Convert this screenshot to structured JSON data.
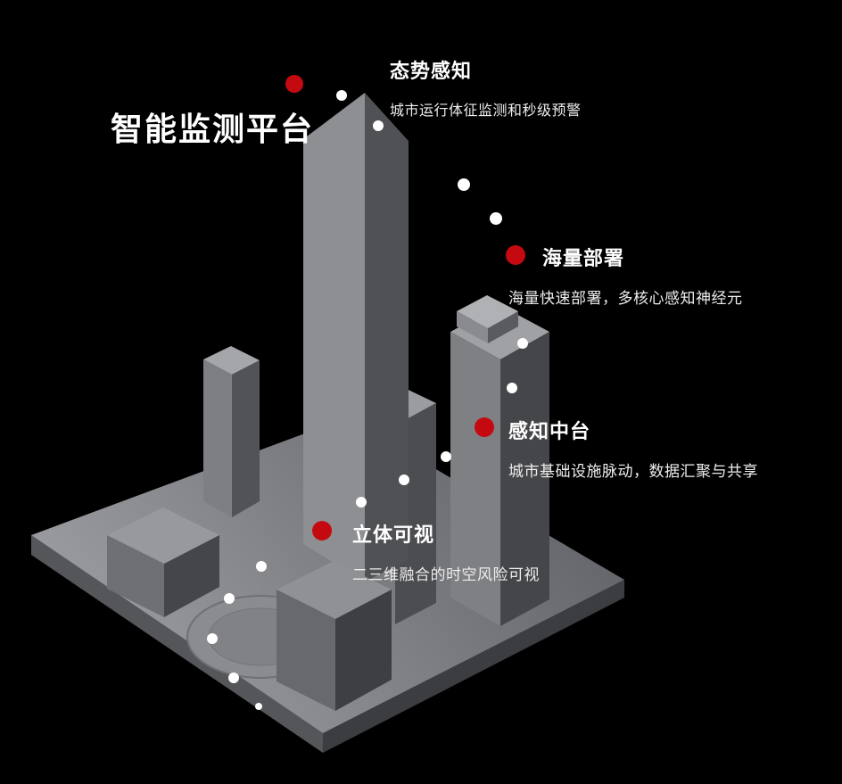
{
  "page": {
    "title": "智能监测平台",
    "features": [
      {
        "id": "situational-awareness",
        "title": "态势感知",
        "desc": "城市运行体征监测和秒级预警"
      },
      {
        "id": "mass-deployment",
        "title": "海量部署",
        "desc": "海量快速部署，多核心感知神经元"
      },
      {
        "id": "perception-middle-platform",
        "title": "感知中台",
        "desc": "城市基础设施脉动，数据汇聚与共享"
      },
      {
        "id": "stereo-visualization",
        "title": "立体可视",
        "desc": "二三维融合的时空风险可视"
      }
    ],
    "colors": {
      "background": "#000000",
      "accent_red": "#c40a10",
      "trail_dot": "#ffffff",
      "text_primary": "#ffffff",
      "text_secondary": "#ededed"
    }
  }
}
